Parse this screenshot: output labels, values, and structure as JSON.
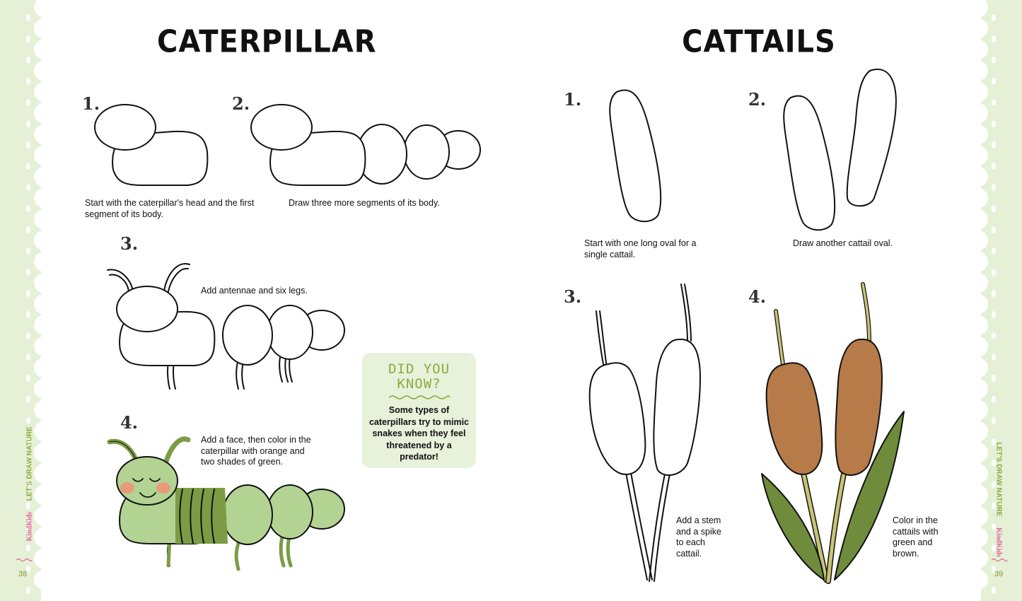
{
  "colors": {
    "border_green": "#e6f0d7",
    "accent_green": "#8cab3c",
    "light_green": "#b3d393",
    "dark_green": "#7b9c44",
    "cheek": "#e89a7a",
    "cattail_brown": "#b67b48",
    "leaf_green": "#6f8c3c",
    "stem_yellow": "#c8c473",
    "callout_bg": "#e8f1da",
    "brand_pink": "#e0639a"
  },
  "left_page": {
    "title": "CATERPILLAR",
    "steps": [
      {
        "number": "1.",
        "caption": "Start with the caterpillar's head and the first segment of its body."
      },
      {
        "number": "2.",
        "caption": "Draw three more segments of its body."
      },
      {
        "number": "3.",
        "caption": "Add antennae and six legs."
      },
      {
        "number": "4.",
        "caption": "Add a face, then color in the caterpillar with orange and two shades of green."
      }
    ],
    "did_you_know": {
      "heading": "DID YOU KNOW?",
      "text": "Some types of caterpillars try to mimic snakes when they feel threatened by a predator!"
    },
    "side_label": {
      "brand": "KindKids",
      "book": "LET'S DRAW NATURE"
    },
    "page_number": "38"
  },
  "right_page": {
    "title": "CATTAILS",
    "steps": [
      {
        "number": "1.",
        "caption": "Start with one long oval for a single cattail."
      },
      {
        "number": "2.",
        "caption": "Draw another cattail oval."
      },
      {
        "number": "3.",
        "caption": "Add a stem and a spike to each cattail."
      },
      {
        "number": "4.",
        "caption": "Color in the cattails with green and brown."
      }
    ],
    "side_label": {
      "book": "LET'S DRAW NATURE",
      "brand": "KindKids"
    },
    "page_number": "39"
  }
}
